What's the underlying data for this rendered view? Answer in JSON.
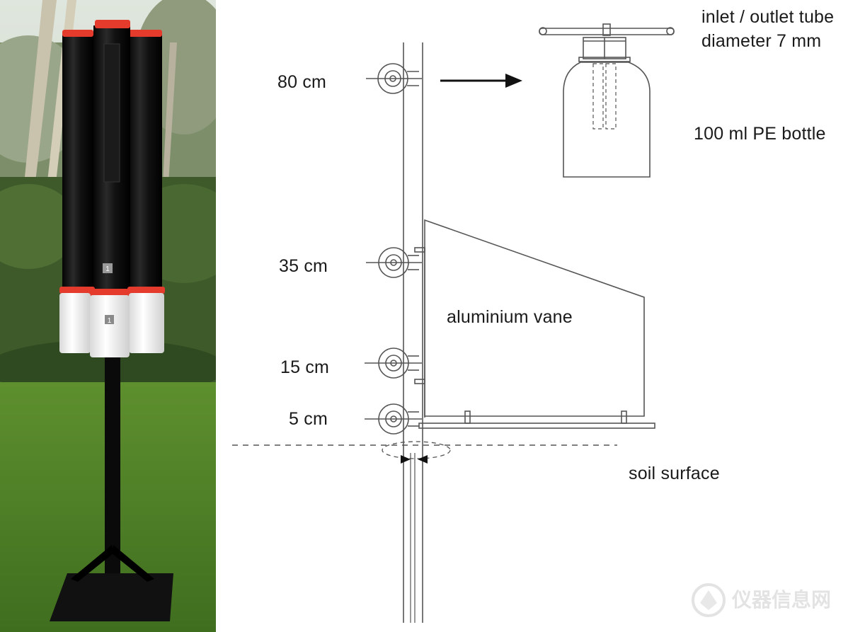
{
  "photo": {
    "tube_numbers": [
      "1",
      "1"
    ]
  },
  "diagram": {
    "heights": {
      "h80": "80 cm",
      "h35": "35 cm",
      "h15": "15 cm",
      "h5": "5 cm"
    },
    "inlet_line1": "inlet / outlet tube",
    "inlet_line2": "diameter 7 mm",
    "bottle_label": "100 ml PE bottle",
    "vane_label": "aluminium vane",
    "soil_label": "soil surface"
  },
  "watermark": {
    "text": "仪器信息网"
  }
}
